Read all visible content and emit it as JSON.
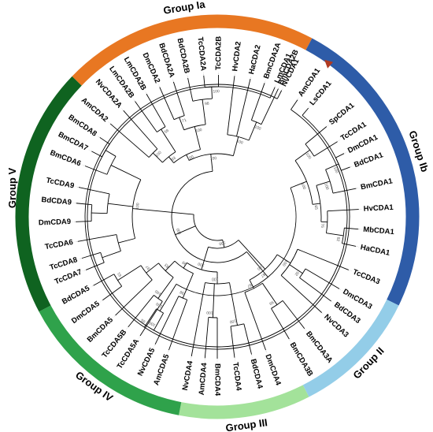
{
  "groups": [
    {
      "label": "Group Ia",
      "color": "#e87722"
    },
    {
      "label": "Group Ib",
      "color": "#2e5ca8"
    },
    {
      "label": "Group II",
      "color": "#93cde8"
    },
    {
      "label": "Group III",
      "color": "#a3e29a"
    },
    {
      "label": "Group IV",
      "color": "#2fa24b"
    },
    {
      "label": "Group V",
      "color": "#0f6320"
    }
  ],
  "tips": [
    "AmCDA1",
    "LsCDA1",
    "SpCDA1",
    "TcCDA1",
    "DmCDA1",
    "BdCDA1",
    "BmCDA1",
    "HvCDA1",
    "MbCDA1",
    "HaCDA1",
    "TcCDA3",
    "DmCDA3",
    "BdCDA3",
    "NvCDA3",
    "BmCDA3A",
    "BmCDA3B",
    "DmCDA4",
    "BdCDA4",
    "TcCDA4",
    "BmCDA4",
    "AmCDA4",
    "NvCDA4",
    "AmCDA5",
    "NvCDA5",
    "TcCDA5A",
    "TcCDA5B",
    "BmCDA5",
    "DmCDA5",
    "BdCDA5",
    "TcCDA7",
    "TcCDA8",
    "TcCDA6",
    "DmCDA9",
    "BdCDA9",
    "TcCDA9",
    "BmCDA6",
    "BmCDA7",
    "BmCDA8",
    "AmCDA2",
    "NvCDA2A",
    "LmCDA2B",
    "LmCDA2B",
    "DmCDA2",
    "BdCDA2A",
    "BdCDA2B",
    "TcCDA2A",
    "TcCDA2B",
    "HvCDA2",
    "HaCDA2",
    "BmCDA2A",
    "BmCDA2B",
    "LmCDA1",
    "NvCDA1"
  ],
  "bootstrap": [
    "100",
    "87",
    "100",
    "100",
    "95",
    "100",
    "100",
    "65",
    "100",
    "100",
    "76",
    "82",
    "100",
    "100",
    "100",
    "100",
    "100",
    "98",
    "100",
    "71",
    "93",
    "59",
    "100",
    "100",
    "100",
    "100",
    "92",
    "97",
    "99",
    "100",
    "100",
    "100",
    "100",
    "99",
    "98",
    "83",
    "100",
    "97",
    "61",
    "100"
  ],
  "marker": {
    "name": "triangle-marker",
    "color": "#b03a22"
  }
}
